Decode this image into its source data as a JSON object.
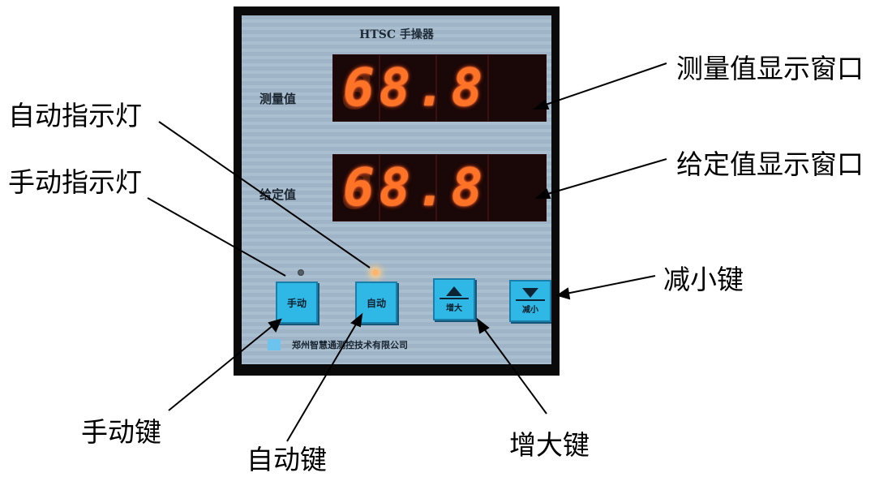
{
  "device": {
    "title": "HTSC 手操器",
    "rows": [
      {
        "label": "测量值",
        "value": "68.8"
      },
      {
        "label": "给定值",
        "value": "68.8"
      }
    ],
    "keys": {
      "manual": "手动",
      "auto": "自动",
      "increase": "增大",
      "decrease": "减小"
    },
    "company": "郑州智慧通测控技术有限公司"
  },
  "callouts": {
    "measured_window": "测量值显示窗口",
    "setpoint_window": "给定值显示窗口",
    "auto_indicator": "自动指示灯",
    "manual_indicator": "手动指示灯",
    "decrease_key": "减小键",
    "manual_key": "手动键",
    "auto_key": "自动键",
    "increase_key": "增大键"
  },
  "state": {
    "manual_indicator_on": false,
    "auto_indicator_on": true
  },
  "colors": {
    "display_digits": "#ff7326",
    "key_face": "#2fb7e6",
    "panel": "#a3b8ca"
  }
}
